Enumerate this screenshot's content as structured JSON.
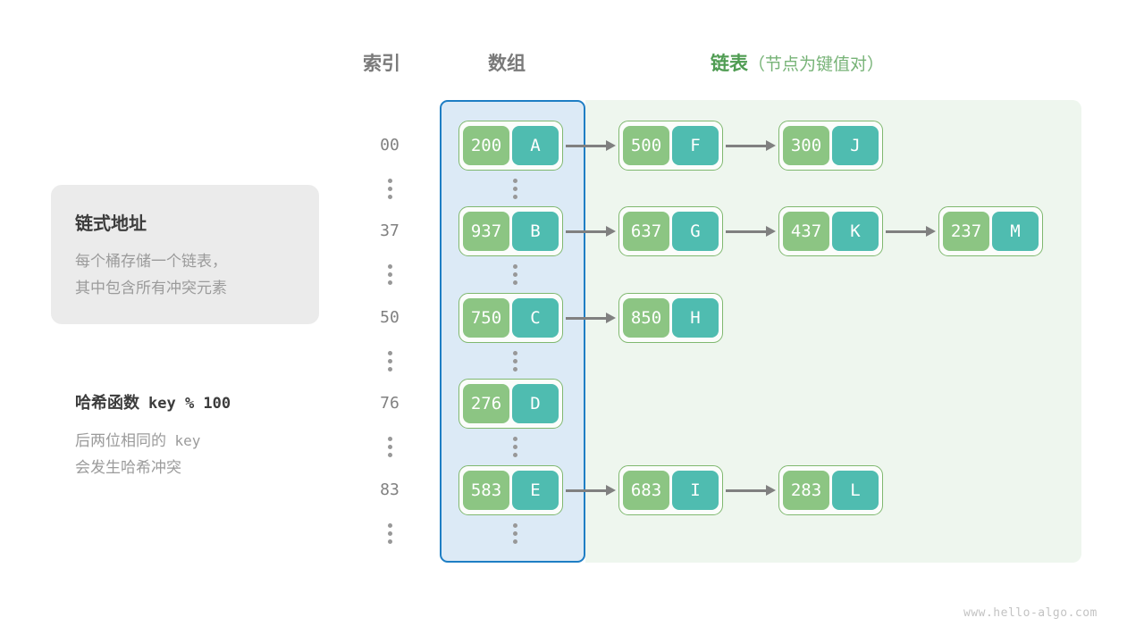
{
  "headers": {
    "index": "索引",
    "array": "数组",
    "list_main": "链表",
    "list_sub": "（节点为键值对）"
  },
  "info_card": {
    "title": "链式地址",
    "line1": "每个桶存储一个链表，",
    "line2": "其中包含所有冲突元素"
  },
  "hash_note": {
    "title_cn": "哈希函数",
    "title_code": "key % 100",
    "line1_cn": "后两位相同的",
    "line1_code": "key",
    "line2": "会发生哈希冲突"
  },
  "colors": {
    "key_box": "#8cc583",
    "value_box": "#4fbcb0",
    "node_border": "#7fb86f",
    "array_fill": "#dceaf6",
    "array_border": "#1e7ec4",
    "link_fill": "#eef6ee",
    "arrow": "#808080",
    "accent_green": "#4f9c52",
    "card_bg": "#ebebeb",
    "muted_text": "#9b9b9b"
  },
  "buckets": [
    {
      "index": "00",
      "nodes": [
        {
          "key": "200",
          "value": "A"
        },
        {
          "key": "500",
          "value": "F"
        },
        {
          "key": "300",
          "value": "J"
        }
      ]
    },
    {
      "index": "37",
      "nodes": [
        {
          "key": "937",
          "value": "B"
        },
        {
          "key": "637",
          "value": "G"
        },
        {
          "key": "437",
          "value": "K"
        },
        {
          "key": "237",
          "value": "M"
        }
      ]
    },
    {
      "index": "50",
      "nodes": [
        {
          "key": "750",
          "value": "C"
        },
        {
          "key": "850",
          "value": "H"
        }
      ]
    },
    {
      "index": "76",
      "nodes": [
        {
          "key": "276",
          "value": "D"
        }
      ]
    },
    {
      "index": "83",
      "nodes": [
        {
          "key": "583",
          "value": "E"
        },
        {
          "key": "683",
          "value": "I"
        },
        {
          "key": "283",
          "value": "L"
        }
      ]
    }
  ],
  "ellipsis_symbol": "⋮",
  "footer": "www.hello-algo.com"
}
